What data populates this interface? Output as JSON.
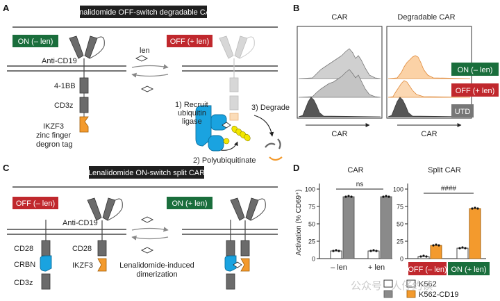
{
  "panels": {
    "A": {
      "letter": "A",
      "title": "Lenalidomide OFF-switch degradable CAR",
      "on_tag": "ON (– len)",
      "off_tag": "OFF (+ len)",
      "anti": "Anti-CD19",
      "bb": "4-1BB",
      "cd3z": "CD3z",
      "ikzf3_l1": "IKZF3",
      "ikzf3_l2": "zinc finger",
      "ikzf3_l3": "degron tag",
      "len": "len",
      "step1_l1": "1) Recruit",
      "step1_l2": "ubiquitin",
      "step1_l3": "ligase",
      "step2": "2) Polyubiquitinate",
      "step3": "3) Degrade"
    },
    "B": {
      "letter": "B",
      "col1": "CAR",
      "col2": "Degradable CAR",
      "axis": "CAR",
      "on": "ON (– len)",
      "off": "OFF (+ len)",
      "utd": "UTD"
    },
    "C": {
      "letter": "C",
      "title": "Lenalidomide ON-switch split CAR",
      "off_tag": "OFF (– len)",
      "on_tag": "ON (+ len)",
      "anti": "Anti-CD19",
      "cd28a": "CD28",
      "crbn": "CRBN",
      "cd3z": "CD3z",
      "cd28b": "CD28",
      "ikzf3": "IKZF3",
      "induced_l1": "Lenalidomide-induced",
      "induced_l2": "dimerization"
    },
    "D": {
      "letter": "D",
      "ylabel": "Activation (% CD69⁺)",
      "t1": "CAR",
      "t2": "Split CAR",
      "ns": "ns",
      "sig": "####",
      "ticks": [
        "0",
        "25",
        "50",
        "75",
        "100"
      ],
      "xl1": "– len",
      "xl2": "+ len",
      "off": "OFF (– len)",
      "on": "ON (+ len)",
      "leg1": "K562",
      "leg2": "K562-CD19"
    },
    "watermark": "公众号 · 人仔约读"
  },
  "chart_data": {
    "type": "bar",
    "ylabel": "Activation (% CD69⁺)",
    "ylim": [
      0,
      100
    ],
    "colors": {
      "K562": "#ffffff",
      "K562-CD19": "#8a8a8a",
      "split_K562-CD19": "#f39a2d"
    },
    "charts": [
      {
        "title": "CAR",
        "categories": [
          "– len",
          "+ len"
        ],
        "series": [
          {
            "name": "K562",
            "values": [
              11,
              11
            ]
          },
          {
            "name": "K562-CD19",
            "values": [
              89,
              89
            ]
          }
        ]
      },
      {
        "title": "Split CAR",
        "categories": [
          "OFF (– len)",
          "ON (+ len)"
        ],
        "series": [
          {
            "name": "K562",
            "values": [
              3,
              15
            ]
          },
          {
            "name": "K562-CD19",
            "values": [
              19,
              72
            ]
          }
        ]
      }
    ]
  }
}
